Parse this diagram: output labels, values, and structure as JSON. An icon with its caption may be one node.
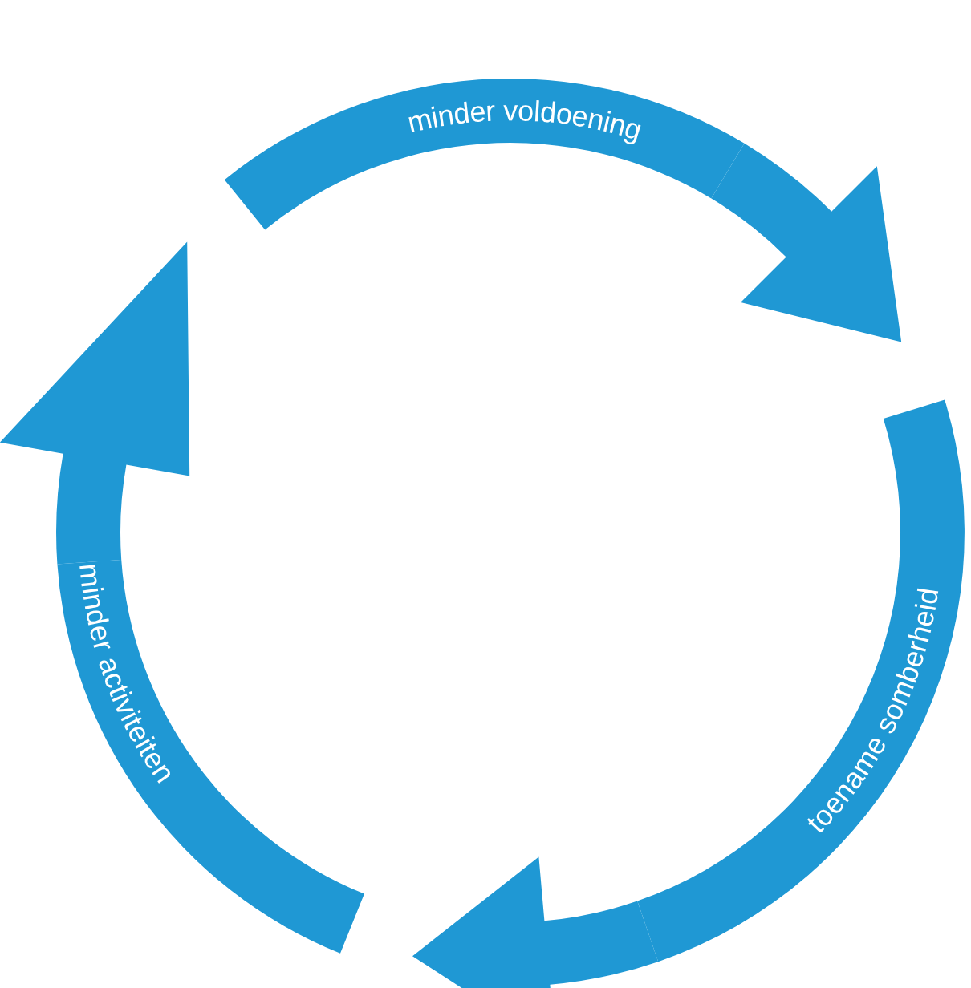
{
  "diagram": {
    "nodes": [
      {
        "text": [
          "minder voldoening"
        ]
      },
      {
        "text": [
          "toename somberheid"
        ]
      },
      {
        "text": [
          "minder activiteiten"
        ]
      }
    ],
    "edges": [
      {
        "from": 0,
        "to": 1,
        "arrow": "to"
      },
      {
        "from": 1,
        "to": 2,
        "arrow": "to"
      },
      {
        "from": 2,
        "to": 0,
        "arrow": "to"
      }
    ]
  }
}
